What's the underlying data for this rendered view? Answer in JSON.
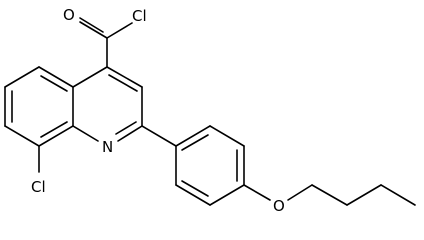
{
  "molecule": {
    "atoms": {
      "o_carbonyl": "O",
      "cl_acyl": "Cl",
      "n_ring": "N",
      "cl_ring": "Cl",
      "o_ether": "O"
    }
  }
}
